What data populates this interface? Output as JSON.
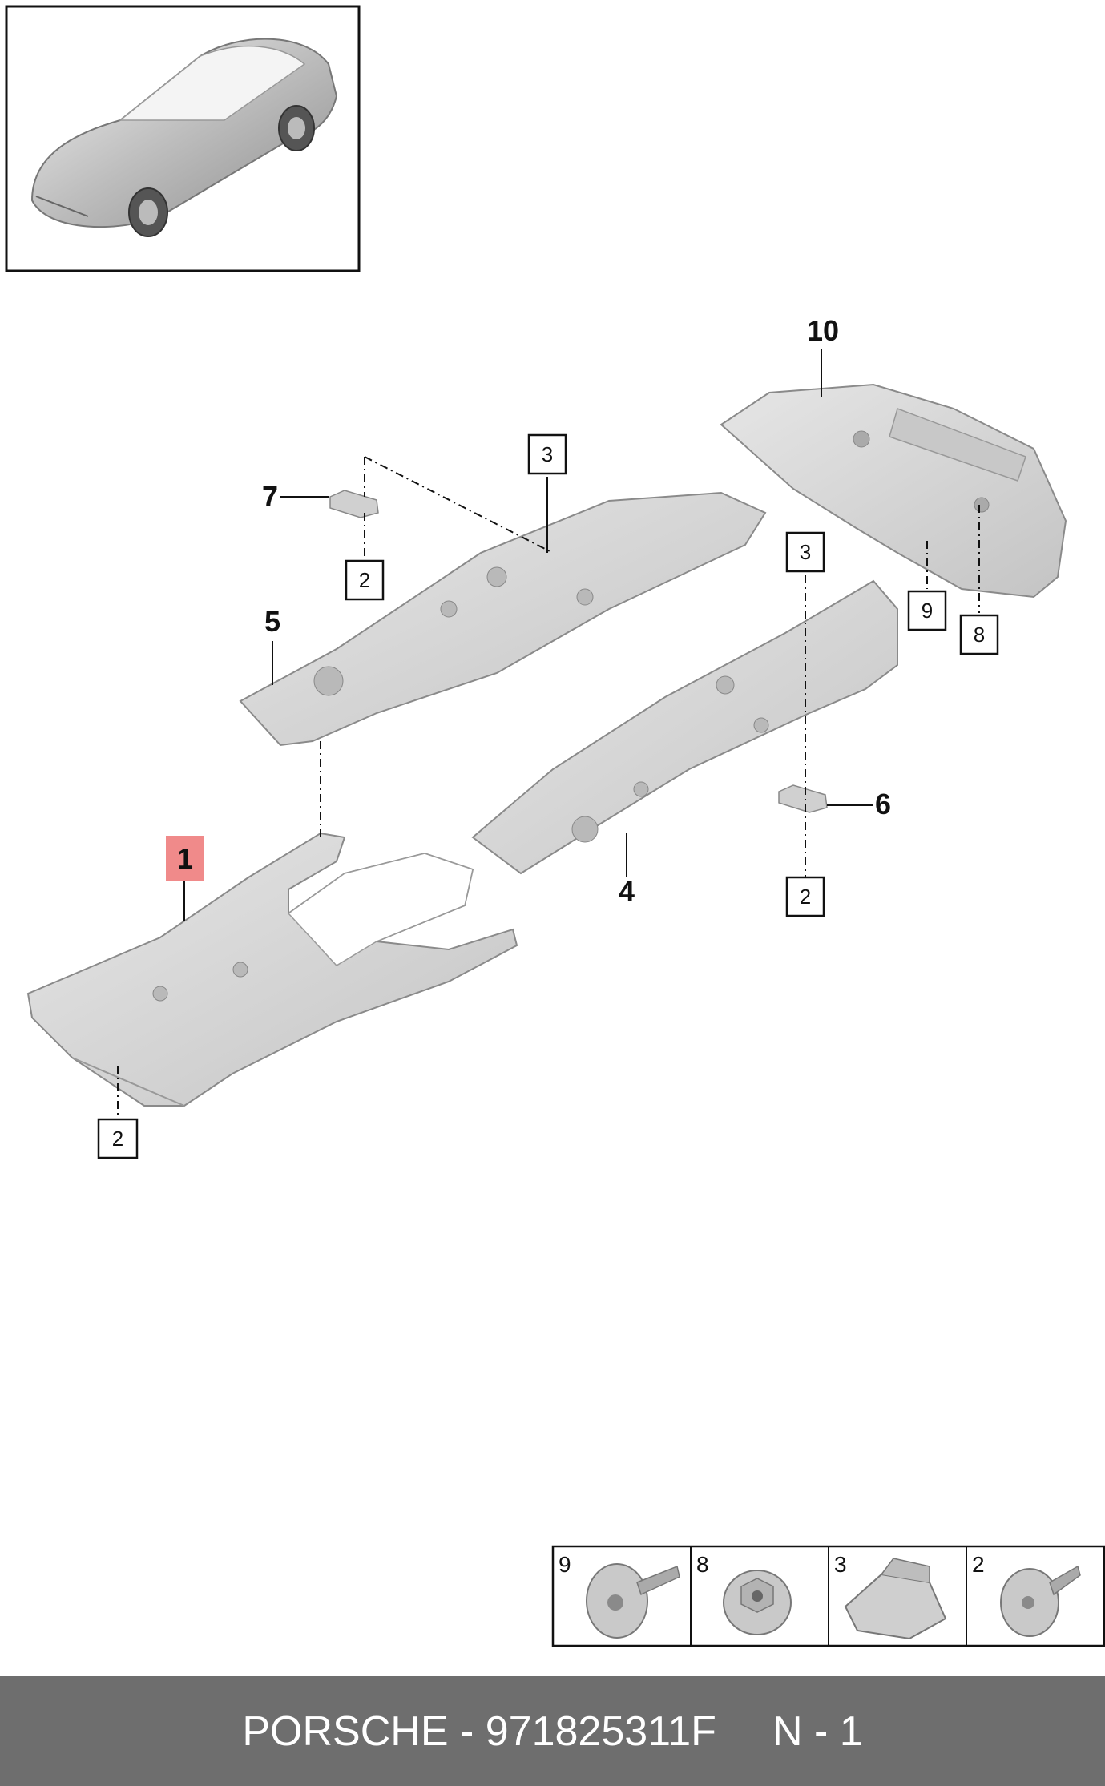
{
  "callouts": {
    "c1": "1",
    "c4": "4",
    "c5": "5",
    "c6": "6",
    "c7": "7",
    "c10": "10"
  },
  "boxes": {
    "b2_a": "2",
    "b2_b": "2",
    "b2_c": "2",
    "b3_a": "3",
    "b3_b": "3",
    "b8": "8",
    "b9": "9"
  },
  "legend": [
    {
      "number": "9",
      "icon": "flange-bolt-icon"
    },
    {
      "number": "8",
      "icon": "flange-nut-icon"
    },
    {
      "number": "3",
      "icon": "clip-nut-icon"
    },
    {
      "number": "2",
      "icon": "screw-icon"
    }
  ],
  "footer": {
    "brand_part": "PORSCHE - 971825311F",
    "sheet": "N - 1"
  },
  "colors": {
    "highlight": "#f08a8a",
    "part_fill": "#d7d7d7",
    "part_stroke": "#8a8a8a",
    "footer_bg": "#6e6e6e"
  }
}
